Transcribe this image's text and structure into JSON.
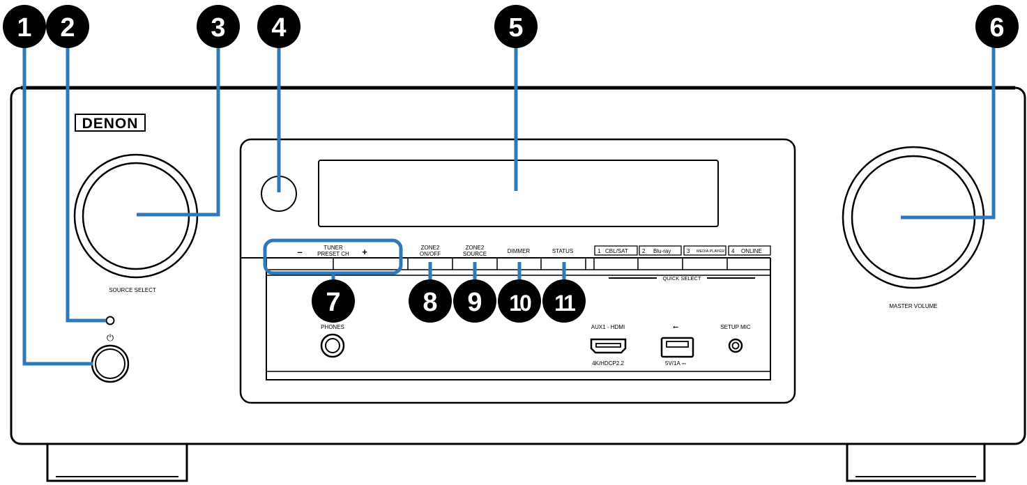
{
  "brand": "DENON",
  "labels": {
    "source_select": "SOURCE SELECT",
    "master_volume": "MASTER VOLUME",
    "power_symbol": "⏻",
    "tuner_minus": "–",
    "tuner_plus": "+",
    "tuner_line1": "TUNER",
    "tuner_line2": "PRESET CH",
    "zone2_onoff_1": "ZONE2",
    "zone2_onoff_2": "ON/OFF",
    "zone2_source_1": "ZONE2",
    "zone2_source_2": "SOURCE",
    "dimmer": "DIMMER",
    "status": "STATUS",
    "quick_select": "QUICK SELECT",
    "phones": "PHONES",
    "aux1_hdmi": "AUX1 - HDMI",
    "hdcp": "4K/HDCP2.2",
    "usb_power": "5V/1A ⎓",
    "setup_mic": "SETUP MIC"
  },
  "quick_select_buttons": [
    {
      "num": "1",
      "label": "CBL/SAT"
    },
    {
      "num": "2",
      "label": "Blu-ray"
    },
    {
      "num": "3",
      "label": "MEDIA PLAYER"
    },
    {
      "num": "4",
      "label": "ONLINE"
    }
  ],
  "callouts": [
    "1",
    "2",
    "3",
    "4",
    "5",
    "6",
    "7",
    "8",
    "9",
    "10",
    "11"
  ],
  "colors": {
    "callout_line": "#2f79ba",
    "callout_badge": "#000000"
  }
}
